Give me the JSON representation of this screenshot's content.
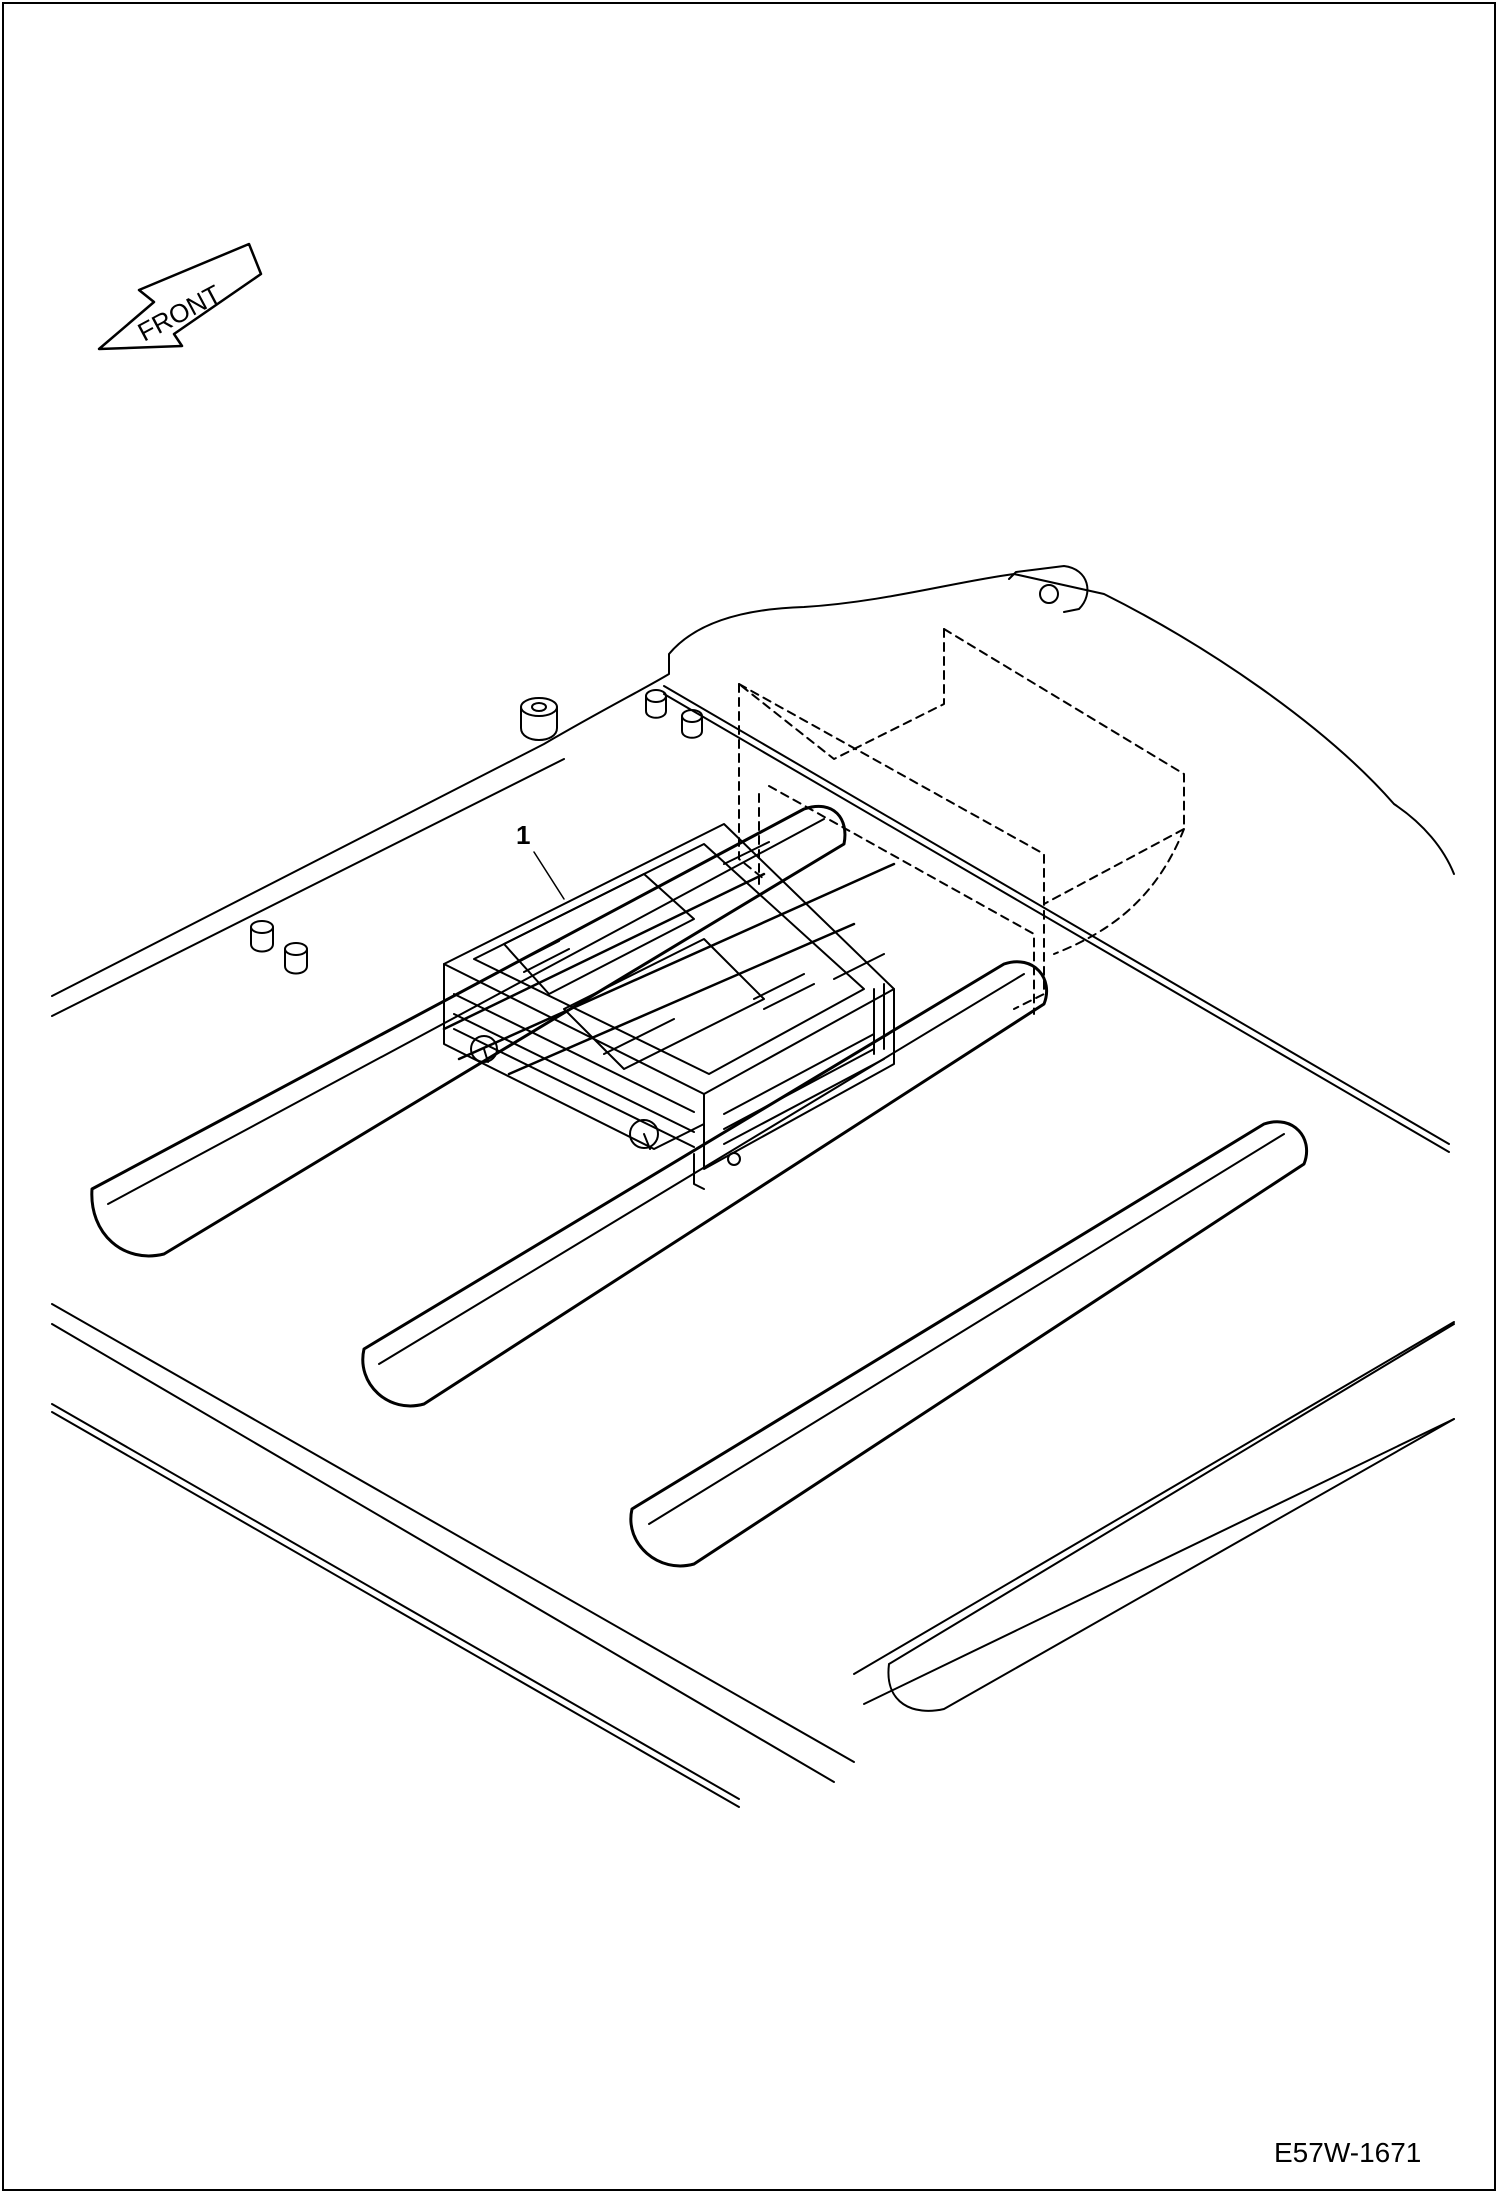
{
  "direction_arrow": {
    "label": "FRONT",
    "icon": "front-arrow-icon"
  },
  "callouts": [
    {
      "label": "1"
    }
  ],
  "figure_code": "E57W-1671",
  "colors": {
    "line": "#000000",
    "background": "#ffffff"
  }
}
